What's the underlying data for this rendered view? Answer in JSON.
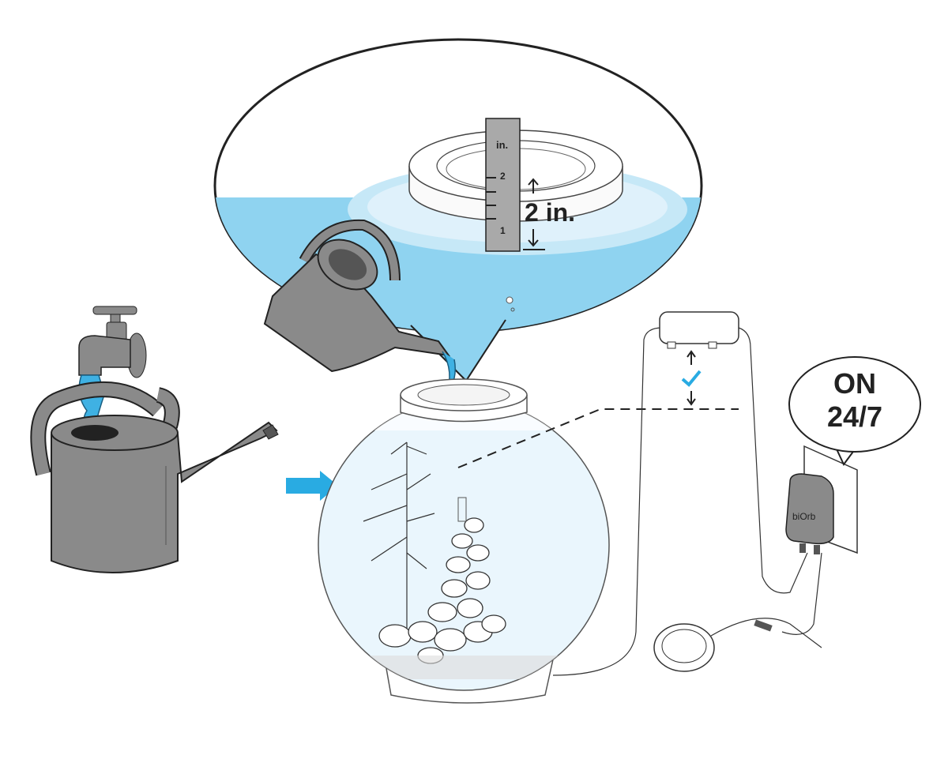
{
  "ruler": {
    "unit_label": "in.",
    "tick_2": "2",
    "tick_1": "1"
  },
  "measurement": {
    "label": "2 in."
  },
  "power_callout": {
    "line1": "ON",
    "line2": "24/7"
  },
  "adapter": {
    "logo": "biOrb"
  },
  "colors": {
    "water": "#8fd3f0",
    "water_light": "#dff1fb",
    "arrow": "#29abe2",
    "grey": "#8a8a8a",
    "ruler": "#a9a9a9"
  }
}
